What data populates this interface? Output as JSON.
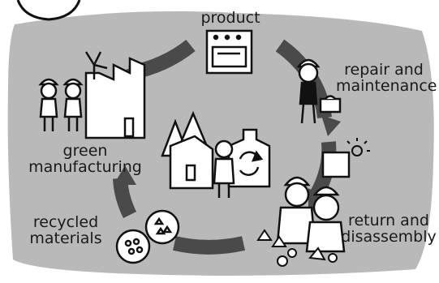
{
  "cycle": {
    "stages": [
      {
        "id": "product",
        "lines": [
          "product"
        ]
      },
      {
        "id": "repair",
        "lines": [
          "repair and",
          "maintenance"
        ]
      },
      {
        "id": "return",
        "lines": [
          "return and",
          "disassembly"
        ]
      },
      {
        "id": "recycled",
        "lines": [
          "recycled",
          "materials"
        ]
      },
      {
        "id": "green",
        "lines": [
          "green",
          "manufacturing"
        ]
      }
    ]
  },
  "colors": {
    "panel": "#b9b9b9",
    "arrow": "#4a4a4a",
    "ink": "#111111",
    "paper": "#ffffff"
  }
}
